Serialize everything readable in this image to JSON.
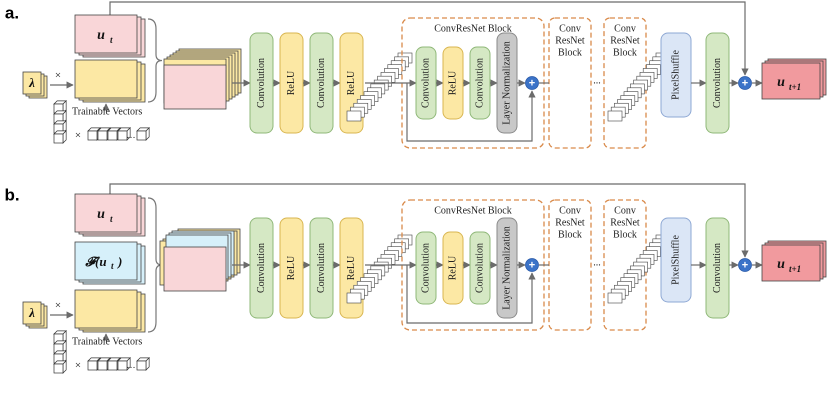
{
  "panels": [
    {
      "label": "a.",
      "input_u": "u",
      "input_u_sub": "t",
      "input_fu": "",
      "lambda": "λ",
      "times": "×",
      "trainable": "Trainable Vectors",
      "dots": "…",
      "conv": "Convolution",
      "relu": "ReLU",
      "layernorm": "Layer Normalization",
      "block_title": "ConvResNet Block",
      "crb_lines": [
        "Conv",
        "ResNet",
        "Block"
      ],
      "ellipsis": "...",
      "pixelshuffle": "PixelShuffle",
      "plus": "+",
      "output_u": "u",
      "output_sub": "t+1"
    },
    {
      "label": "b.",
      "input_u": "u",
      "input_u_sub": "t",
      "input_fu": "𝓕(u",
      "input_fu_sub": "t",
      "input_fu_close": ")",
      "lambda": "λ",
      "times": "×",
      "trainable": "Trainable Vectors",
      "dots": "…",
      "conv": "Convolution",
      "relu": "ReLU",
      "layernorm": "Layer Normalization",
      "block_title": "ConvResNet Block",
      "crb_lines": [
        "Conv",
        "ResNet",
        "Block"
      ],
      "ellipsis": "...",
      "pixelshuffle": "PixelShuffle",
      "plus": "+",
      "output_u": "u",
      "output_sub": "t+1"
    }
  ],
  "colors": {
    "green_fill": "#d5e8c4",
    "green_stroke": "#8fb878",
    "yellow_fill": "#fce8a4",
    "yellow_stroke": "#d9b650",
    "gray_fill": "#c8c8c8",
    "gray_stroke": "#8a8a8a",
    "blue_fill": "#dbe6f6",
    "blue_stroke": "#8ea8d4",
    "pink_fill": "#f9d6d8",
    "cyan_fill": "#d6f0fa",
    "output_fill": "#f19a9e",
    "dashed_orange": "#d98a4a",
    "plus_blue": "#3b73c8"
  }
}
